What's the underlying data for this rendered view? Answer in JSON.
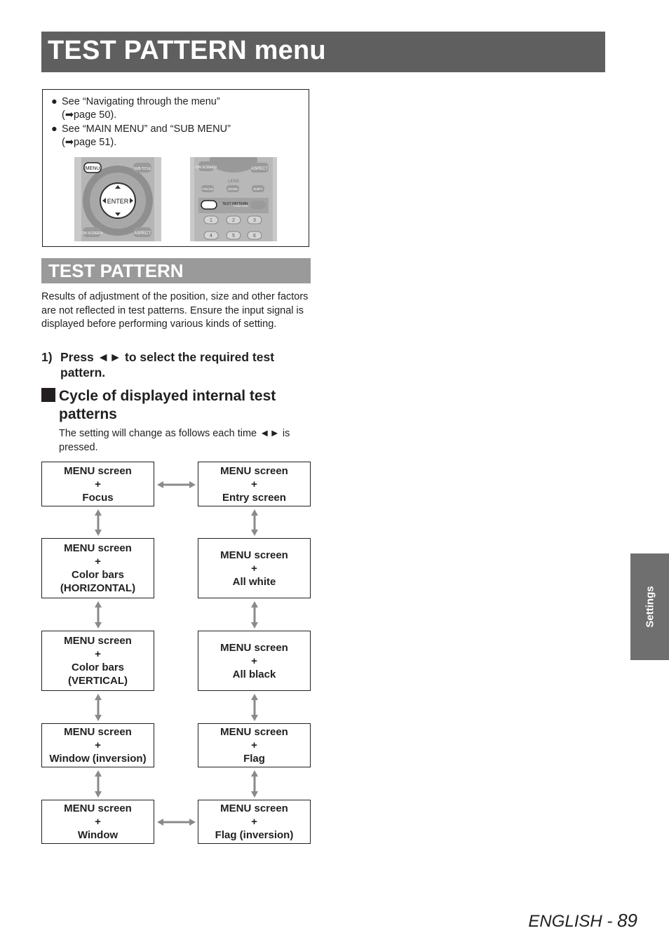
{
  "page": {
    "title": "TEST PATTERN menu",
    "references": [
      {
        "line1": "See “Navigating through the menu”",
        "line2": "(➡page 50)."
      },
      {
        "line1": "See “MAIN MENU” and “SUB MENU”",
        "line2": "(➡page 51)."
      }
    ],
    "remote_left": {
      "menu": "MENU",
      "sub_title": "SUB TITLE",
      "enter": "ENTER",
      "on_screen": "ON SCREEN",
      "aspect": "ASPECT"
    },
    "remote_right": {
      "on_screen": "ON SCREEN",
      "aspect": "ASPECT",
      "lens": "LENS",
      "focus": "FOCUS",
      "zoom": "ZOOM",
      "shift": "SHIFT",
      "test_pattern": "TEST PATTERN",
      "function": "FUNCTION",
      "keys": [
        "1",
        "2",
        "3",
        "4",
        "5",
        "6"
      ]
    },
    "section_title": "TEST PATTERN",
    "body_text": "Results of adjustment of the position, size and other factors are not reflected in test patterns. Ensure the input signal is displayed before performing various kinds of setting.",
    "step": {
      "number": "1)",
      "line1": "Press ◄► to select the required test",
      "line2": "pattern."
    },
    "subheading": {
      "line1": "Cycle of displayed internal test",
      "line2": "patterns"
    },
    "subtext": "The setting will change as follows each time ◄► is pressed.",
    "flow": {
      "left": [
        [
          "MENU screen",
          "+",
          "Focus"
        ],
        [
          "MENU screen",
          "+",
          "Color bars",
          "(HORIZONTAL)"
        ],
        [
          "MENU screen",
          "+",
          "Color bars",
          "(VERTICAL)"
        ],
        [
          "MENU screen",
          "+",
          "Window (inversion)"
        ],
        [
          "MENU screen",
          "+",
          "Window"
        ]
      ],
      "right": [
        [
          "MENU screen",
          "+",
          "Entry screen"
        ],
        [
          "MENU screen",
          "+",
          "All white"
        ],
        [
          "MENU screen",
          "+",
          "All black"
        ],
        [
          "MENU screen",
          "+",
          "Flag"
        ],
        [
          "MENU screen",
          "+",
          "Flag (inversion)"
        ]
      ]
    },
    "side_tab": "Settings",
    "footer": {
      "language": "ENGLISH - ",
      "page_number": "89"
    }
  }
}
